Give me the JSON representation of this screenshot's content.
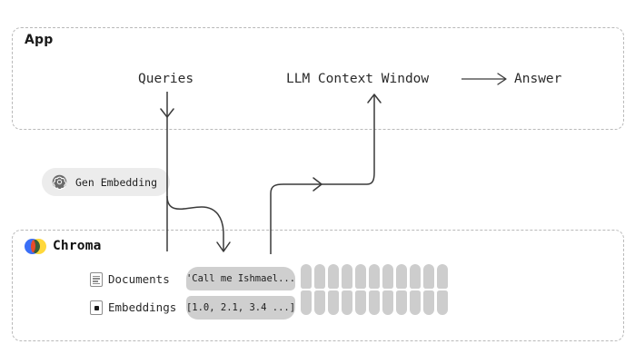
{
  "diagram": {
    "title_app": "App",
    "flow": {
      "queries_label": "Queries",
      "llm_label": "LLM Context Window",
      "answer_label": "Answer"
    },
    "gen_embedding": {
      "label": "Gen Embedding",
      "icon": "openai-logo-icon"
    },
    "chroma": {
      "name": "Chroma",
      "logo_icon": "chroma-logo-icon",
      "logo_colors": {
        "blue": "#3a6ff7",
        "yellow": "#ffd83b",
        "overlap_red": "#f04a2a"
      },
      "rows": [
        {
          "icon": "document-icon",
          "label": "Documents",
          "value": "'Call me Ishmael..."
        },
        {
          "icon": "embedding-dot-icon",
          "label": "Embeddings",
          "value": "[1.0, 2.1, 3.4 ...]"
        }
      ],
      "vector_grid": {
        "columns": 11,
        "rows": 2,
        "cell_color": "#cdcdcd"
      }
    },
    "colors": {
      "box_border": "#b9b9b9",
      "arrow": "#3a3a3a",
      "chip_background": "#ececec",
      "value_pill": "#cfcfcf",
      "text": "#2a2a2a"
    },
    "arrows": [
      {
        "name": "queries-down-arrow",
        "from": "Queries",
        "to": "Gen Embedding / Chroma"
      },
      {
        "name": "embedding-to-chroma-arrow",
        "from": "Gen Embedding",
        "to": "Chroma"
      },
      {
        "name": "chroma-to-llm-arrow",
        "from": "Chroma",
        "to": "LLM Context Window"
      },
      {
        "name": "llm-to-answer-arrow",
        "from": "LLM Context Window",
        "to": "Answer"
      }
    ]
  }
}
